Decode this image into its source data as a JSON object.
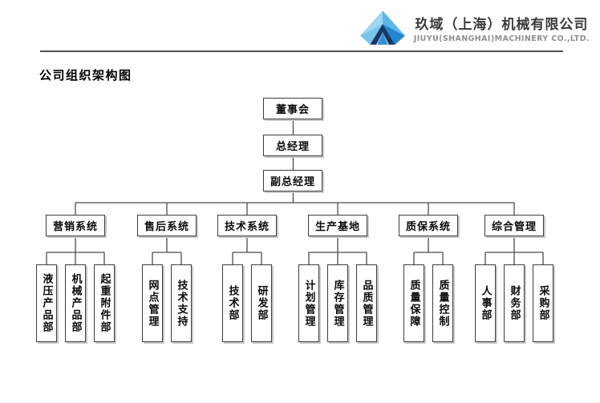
{
  "header": {
    "company_name_zh": "玖域（上海）机械有限公司",
    "company_name_en": "JIUYU(SHANGHAI)MACHINERY CO.,LTD.",
    "logo_colors": [
      "#9fd6f0",
      "#5bb7e6",
      "#79c5ea",
      "#2387cf",
      "#17386a",
      "#2f8fd4"
    ]
  },
  "page_title": "公司组织架构图",
  "line_color": "#4a4a4a",
  "org_chart": {
    "root_chain": [
      "董事会",
      "总经理",
      "副总经理"
    ],
    "groups": [
      {
        "label": "营销系统",
        "children": [
          "液压产品部",
          "机械产品部",
          "起重附件部"
        ]
      },
      {
        "label": "售后系统",
        "children": [
          "网点管理",
          "技术支持"
        ]
      },
      {
        "label": "技术系统",
        "children": [
          "技术部",
          "研发部"
        ]
      },
      {
        "label": "生产基地",
        "children": [
          "计划管理",
          "库存管理",
          "品质管理"
        ]
      },
      {
        "label": "质保系统",
        "children": [
          "质量保障",
          "质量控制"
        ]
      },
      {
        "label": "综合管理",
        "children": [
          "人事部",
          "财务部",
          "采购部"
        ]
      }
    ]
  }
}
